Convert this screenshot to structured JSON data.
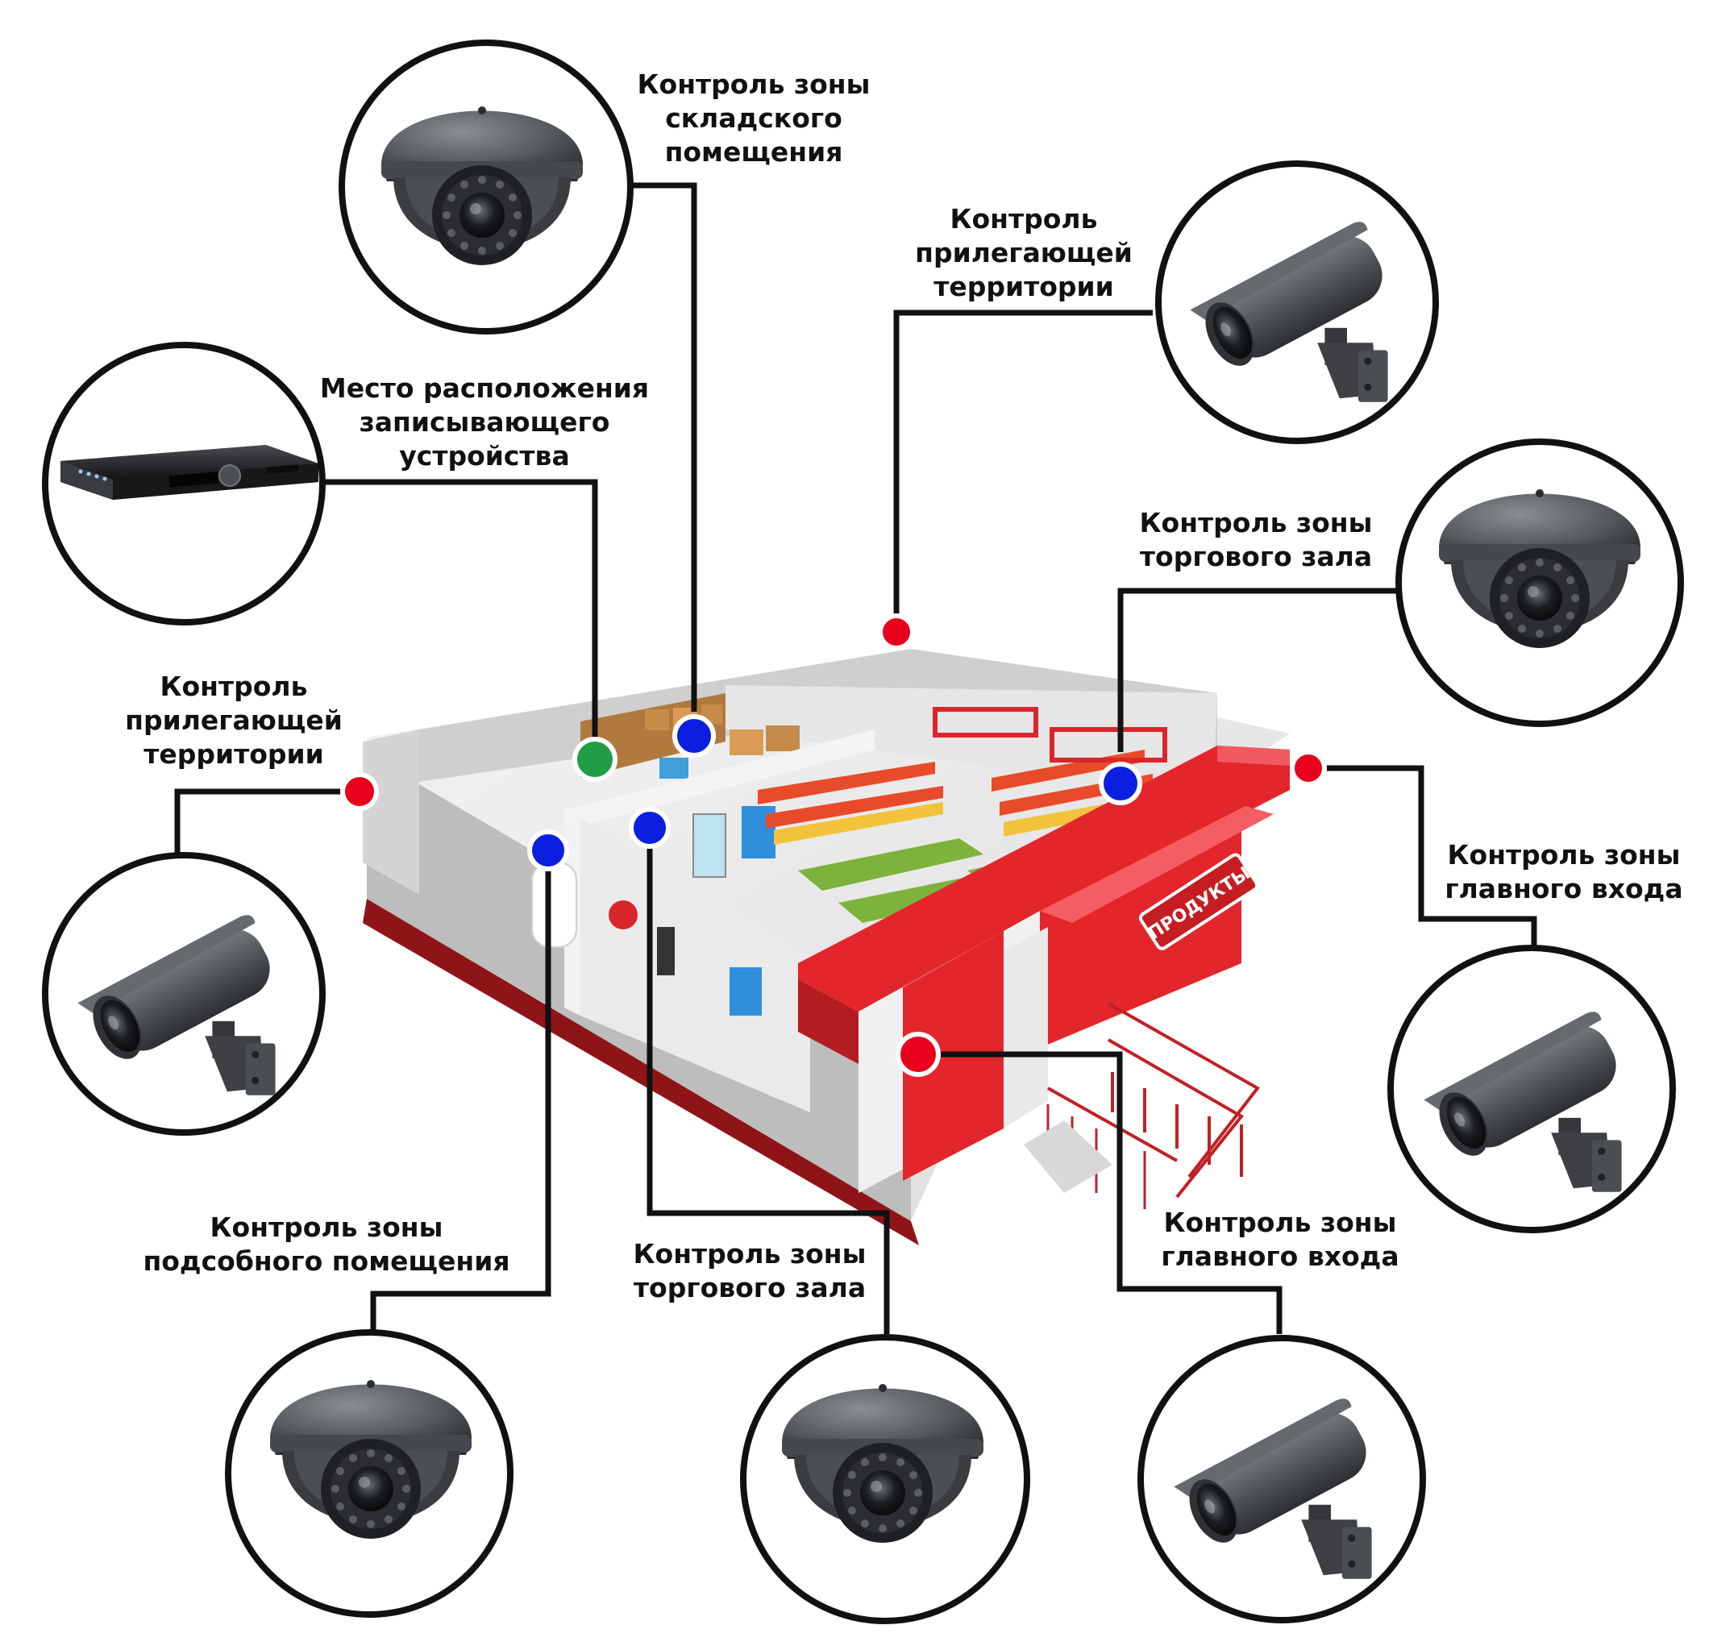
{
  "labels": {
    "warehouse": [
      "Контроль зоны",
      "складского",
      "помещения"
    ],
    "adjacent_right": [
      "Контроль",
      "прилегающей",
      "территории"
    ],
    "recorder": [
      "Место расположения",
      "записывающего",
      "устройства"
    ],
    "trade_right": [
      "Контроль зоны",
      "торгового зала"
    ],
    "adjacent_left": [
      "Контроль",
      "прилегающей",
      "территории"
    ],
    "entrance_right": [
      "Контроль зоны",
      "главного входа"
    ],
    "utility": [
      "Контроль зоны",
      "подсобного помещения"
    ],
    "trade_bottom": [
      "Контроль зоны",
      "торгового зала"
    ],
    "entrance_bottom": [
      "Контроль зоны",
      "главного входа"
    ]
  },
  "sign_text": "ПРОДУКТЫ",
  "colors": {
    "outdoor_marker": "#e8001c",
    "indoor_marker": "#0a1fe0",
    "recorder_marker": "#1f9e45",
    "line": "#111111",
    "camera_body": "#55585c",
    "building_red": "#e3262b"
  },
  "icons": {
    "dome": "dome-camera-icon",
    "bullet": "bullet-camera-icon",
    "recorder": "dvr-recorder-icon"
  }
}
